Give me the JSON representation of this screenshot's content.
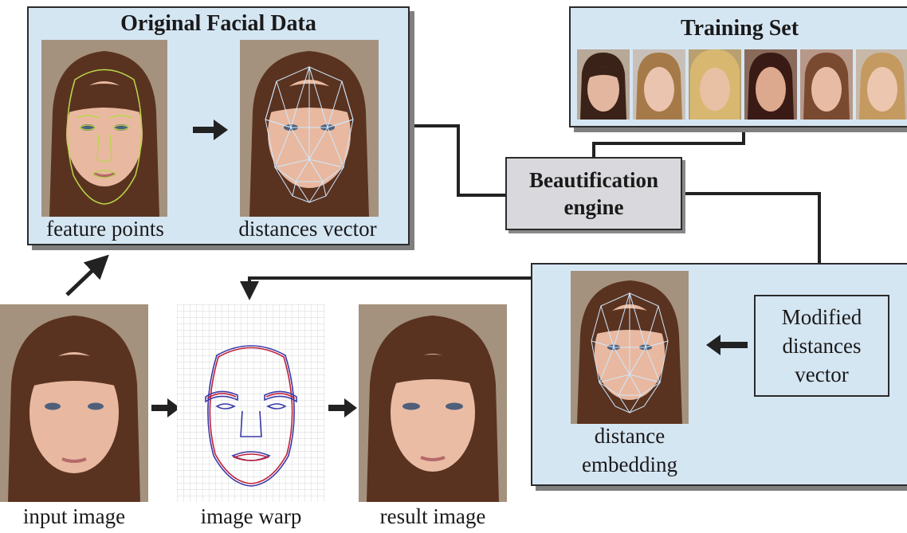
{
  "original_panel": {
    "title": "Original Facial Data",
    "left_caption": "feature points",
    "right_caption": "distances vector"
  },
  "training_panel": {
    "title": "Training Set",
    "face_count": 6
  },
  "engine": {
    "line1": "Beautification",
    "line2": "engine"
  },
  "modified_box": {
    "line1": "Modified",
    "line2": "distances",
    "line3": "vector"
  },
  "embedding": {
    "line1": "distance",
    "line2": "embedding"
  },
  "bottom_captions": {
    "input": "input image",
    "warp": "image warp",
    "result": "result image"
  },
  "colors": {
    "panel_fill": "#d5e6f3",
    "engine_fill": "#d9d9dd",
    "mesh": "#cfe8ff",
    "feature_points": "#b8d64a",
    "warp_blue": "#3a3aa8",
    "warp_red": "#c0203a"
  }
}
